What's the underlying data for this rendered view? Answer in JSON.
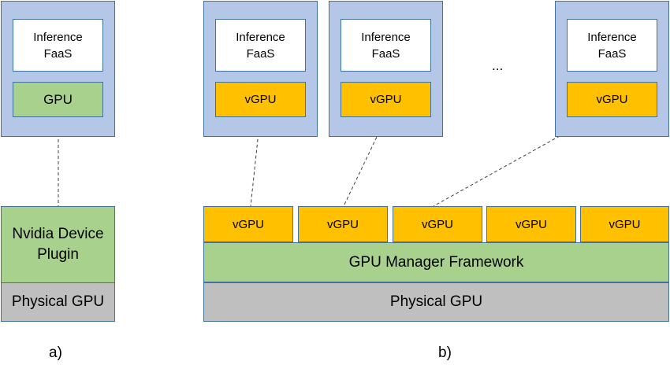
{
  "panel_a": {
    "faas_label_1": "Inference",
    "faas_label_2": "FaaS",
    "gpu_label": "GPU",
    "plugin_label_1": "Nvidia Device",
    "plugin_label_2": "Plugin",
    "physical_label": "Physical GPU",
    "caption": "a)"
  },
  "panel_b": {
    "pods": [
      {
        "faas_1": "Inference",
        "faas_2": "FaaS",
        "vgpu": "vGPU"
      },
      {
        "faas_1": "Inference",
        "faas_2": "FaaS",
        "vgpu": "vGPU"
      },
      {
        "faas_1": "Inference",
        "faas_2": "FaaS",
        "vgpu": "vGPU"
      }
    ],
    "ellipsis": "...",
    "vgpu_slots": [
      "vGPU",
      "vGPU",
      "vGPU",
      "vGPU",
      "vGPU"
    ],
    "framework_label": "GPU Manager Framework",
    "physical_label": "Physical GPU",
    "caption": "b)"
  }
}
